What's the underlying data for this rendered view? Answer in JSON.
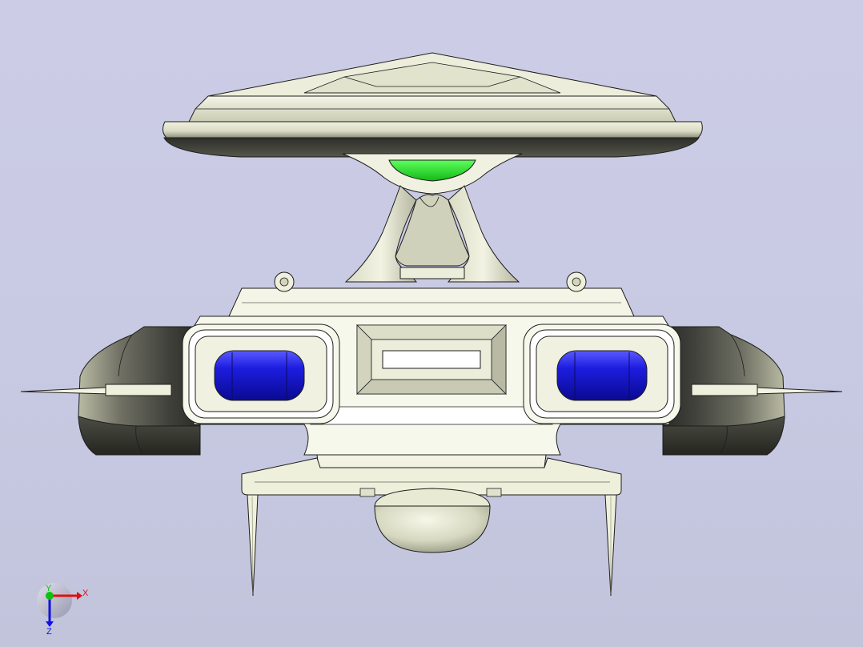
{
  "viewport": {
    "background_top": "#cccce6",
    "background_bottom": "#c2c4dc"
  },
  "model": {
    "body_color": "#e8ead4",
    "shadow_color": "#4a4b43",
    "window_color": "#1a1ad6",
    "dome_light_color": "#22e022",
    "edge_color": "#1e1e1e"
  },
  "triad": {
    "x_label": "X",
    "y_label": "Y",
    "z_label": "Z",
    "x_color": "#e01010",
    "y_color": "#10c010",
    "z_color": "#1010e0"
  }
}
